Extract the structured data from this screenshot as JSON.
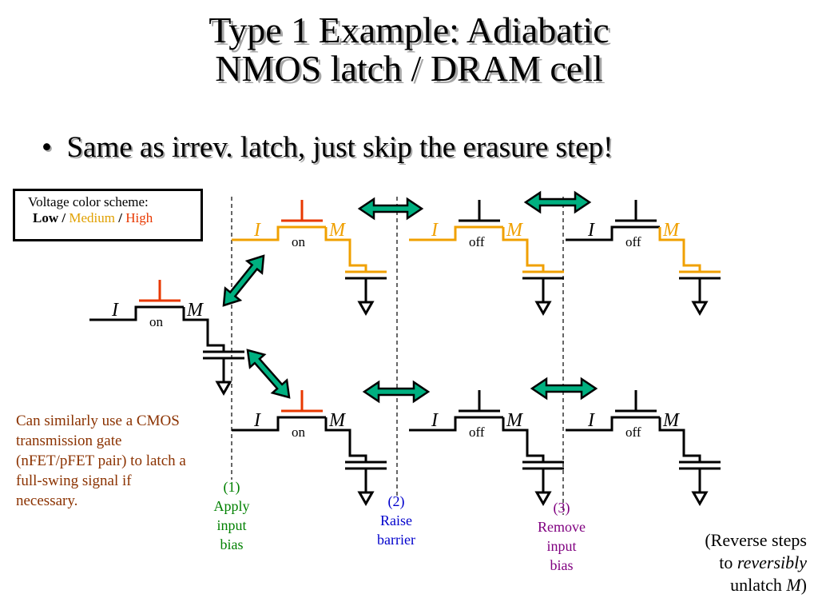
{
  "title": {
    "line1": "Type 1 Example: Adiabatic",
    "line2": "NMOS latch / DRAM cell"
  },
  "bullet": "Same as irrev. latch, just skip the erasure step!",
  "legend": {
    "heading": "Voltage color scheme:",
    "low": "Low",
    "medium": "Medium",
    "high": "High",
    "sep": "/"
  },
  "colors": {
    "low": "#000000",
    "medium": "#f0a000",
    "high": "#e83800",
    "arrow": "#00b080",
    "step1": "#008000",
    "step2": "#0000cc",
    "step3": "#800080",
    "note": "#8b3200"
  },
  "node_labels": {
    "input": "I",
    "memory": "M"
  },
  "switch_states": {
    "on": "on",
    "off": "off"
  },
  "steps": [
    {
      "number": "(1)",
      "lines": [
        "Apply",
        "input",
        "bias"
      ]
    },
    {
      "number": "(2)",
      "lines": [
        "Raise",
        "barrier"
      ]
    },
    {
      "number": "(3)",
      "lines": [
        "Remove",
        "input",
        "bias"
      ]
    }
  ],
  "note": "Can similarly use a CMOS transmission gate (nFET/pFET pair) to latch a full-swing signal if necessary.",
  "reverse": {
    "pre": "(Reverse steps",
    "to": "to ",
    "reversibly": "reversibly",
    "unlatch": "unlatch ",
    "M": "M",
    "close": ")"
  }
}
